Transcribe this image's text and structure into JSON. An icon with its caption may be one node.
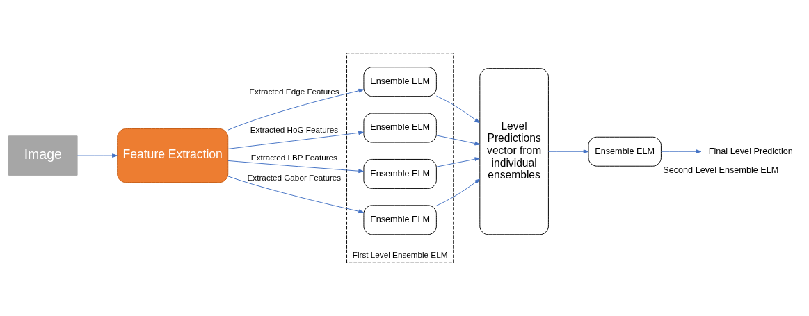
{
  "diagram": {
    "nodes": [
      {
        "text": [
          "Image"
        ]
      },
      {
        "text": [
          "Feature Extraction"
        ]
      },
      {
        "text": [
          "First Level Ensemble ELM"
        ]
      },
      {
        "text": [
          "Ensemble ELM"
        ],
        "in": 2
      },
      {
        "text": [
          "Ensemble ELM"
        ],
        "in": 2
      },
      {
        "text": [
          "Ensemble ELM"
        ],
        "in": 2
      },
      {
        "text": [
          "Ensemble ELM"
        ],
        "in": 2
      },
      {
        "text": [
          "Level Predictions vector from individual ensembles"
        ]
      },
      {
        "text": [
          "Ensemble ELM"
        ],
        "beside": [
          "Second Level Ensemble ELM"
        ]
      },
      {
        "text": [
          "Final Level Prediction"
        ]
      }
    ],
    "edges": [
      {
        "from": 0,
        "to": 1,
        "arrow": "to"
      },
      {
        "from": 1,
        "to": 3,
        "arrow": "to",
        "label": "Extracted Edge Features"
      },
      {
        "from": 1,
        "to": 4,
        "arrow": "to",
        "label": "Extracted HoG Features"
      },
      {
        "from": 1,
        "to": 5,
        "arrow": "to",
        "label": "Extracted LBP Features"
      },
      {
        "from": 1,
        "to": 6,
        "arrow": "to",
        "label": "Extracted Gabor Features"
      },
      {
        "from": 3,
        "to": 7,
        "arrow": "to"
      },
      {
        "from": 4,
        "to": 7,
        "arrow": "to"
      },
      {
        "from": 5,
        "to": 7,
        "arrow": "to"
      },
      {
        "from": 6,
        "to": 7,
        "arrow": "to"
      },
      {
        "from": 7,
        "to": 8,
        "arrow": "to"
      },
      {
        "from": 8,
        "to": 9,
        "arrow": "to"
      }
    ]
  }
}
